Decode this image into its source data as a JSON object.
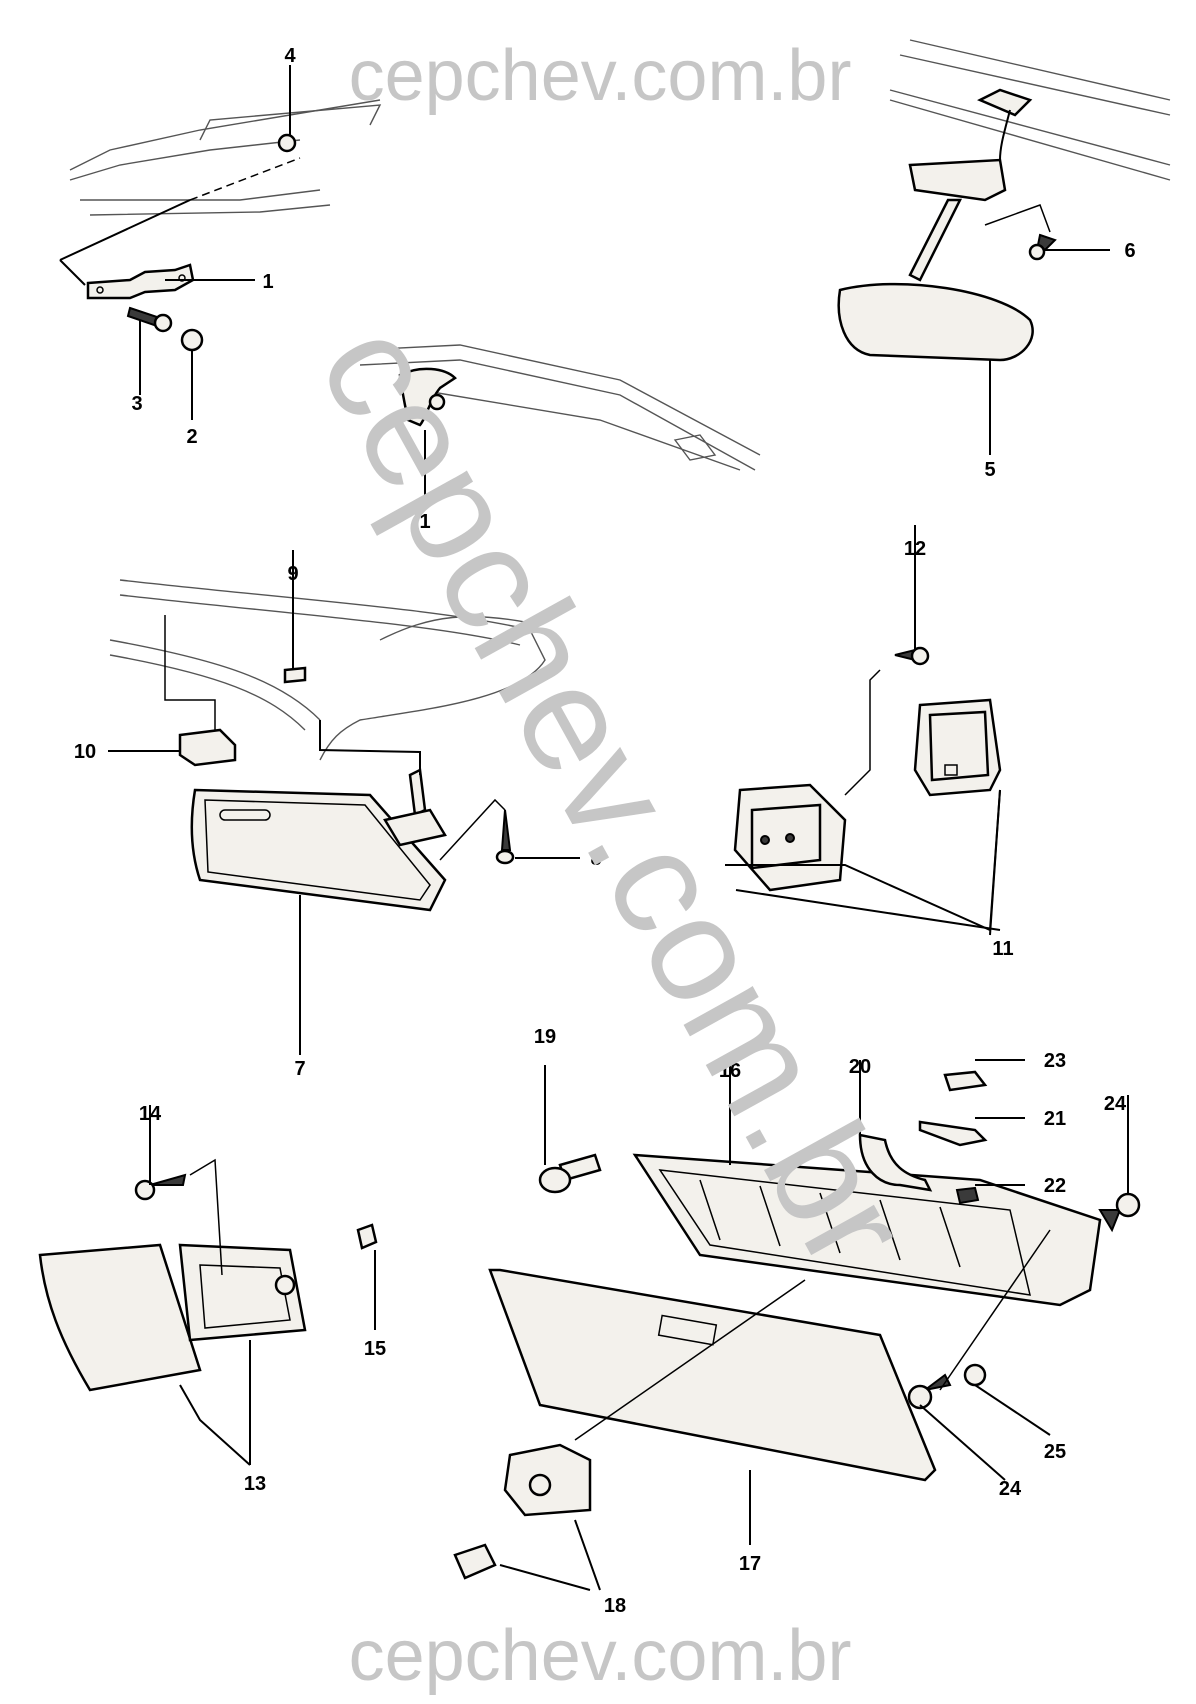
{
  "watermark": {
    "top": "cepchev.com.br",
    "diagonal": "cepchev.com.br",
    "bottom": "cepchev.com.br",
    "color": "#c6c6c6"
  },
  "callouts": {
    "c1a": "1",
    "c1b": "1",
    "c2": "2",
    "c3": "3",
    "c4": "4",
    "c5": "5",
    "c6": "6",
    "c7": "7",
    "c8": "8",
    "c9": "9",
    "c10": "10",
    "c11": "11",
    "c12": "12",
    "c13": "13",
    "c14": "14",
    "c15": "15",
    "c16": "16",
    "c17": "17",
    "c18": "18",
    "c19": "19",
    "c20": "20",
    "c21": "21",
    "c22": "22",
    "c23": "23",
    "c24a": "24",
    "c24b": "24",
    "c25": "25"
  }
}
